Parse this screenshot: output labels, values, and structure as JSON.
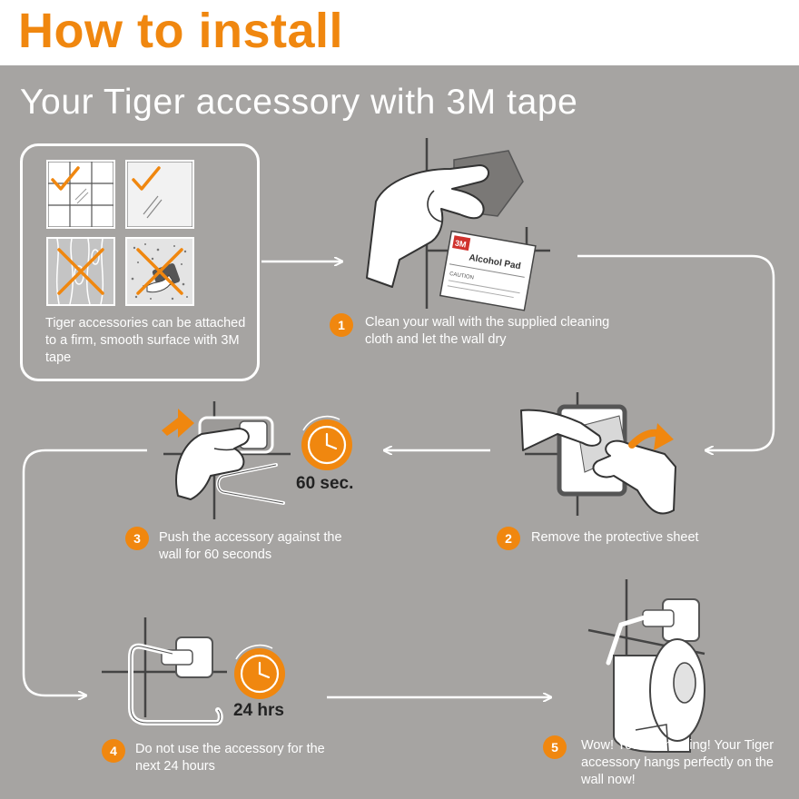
{
  "header": {
    "title": "How to install"
  },
  "subtitle": "Your Tiger accessory with 3M tape",
  "intro": {
    "text": "Tiger accessories can be attached to a firm, smooth surface with 3M tape"
  },
  "alcohol_pad": {
    "brand": "3M",
    "label": "Alcohol Pad",
    "caution": "CAUTION"
  },
  "steps": [
    {
      "number": "1",
      "text": "Clean your wall with the supplied cleaning cloth and let the wall dry"
    },
    {
      "number": "2",
      "text": "Remove the protective sheet"
    },
    {
      "number": "3",
      "text": "Push the accessory against the wall for 60 seconds"
    },
    {
      "number": "4",
      "text": "Do not use the accessory for the next 24 hours"
    },
    {
      "number": "5",
      "text": "Wow! You're amazing! Your Tiger accessory hangs perfectly on the wall now!"
    }
  ],
  "timers": {
    "push": "60 sec.",
    "wait": "24 hrs"
  },
  "colors": {
    "accent": "#f0870f",
    "background": "#a6a4a2",
    "header": "#ffffff",
    "text": "#ffffff"
  }
}
